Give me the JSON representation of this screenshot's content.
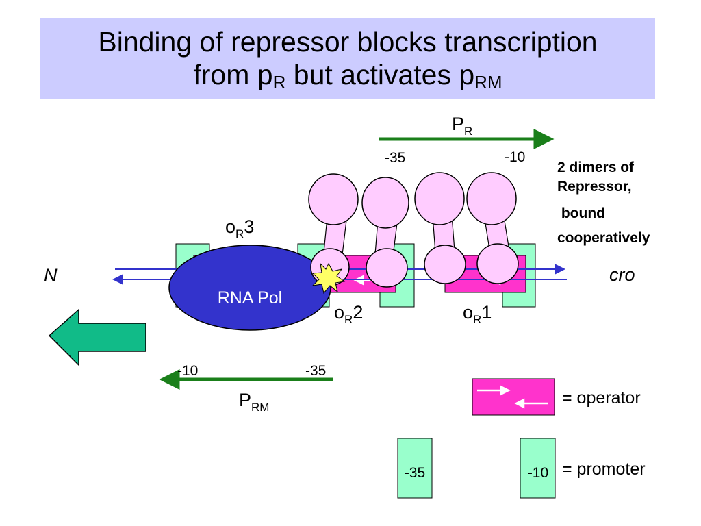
{
  "title": {
    "line1": "Binding of repressor blocks transcription",
    "line2_prefix": "from p",
    "line2_sub1": "R",
    "line2_mid": " but activates p",
    "line2_sub2": "RM"
  },
  "promoter_pr": {
    "label_main": "P",
    "label_sub": "R",
    "minus35": "-35",
    "minus10": "-10"
  },
  "promoter_prm": {
    "label_main": "P",
    "label_sub": "RM",
    "minus10": "-10",
    "minus35": "-35"
  },
  "operators": {
    "or3": {
      "main": "o",
      "sub": "R",
      "num": "3"
    },
    "or2": {
      "main": "o",
      "sub": "R",
      "num": "2"
    },
    "or1": {
      "main": "o",
      "sub": "R",
      "num": "1"
    }
  },
  "repressor_note": [
    "2 dimers of",
    "Repressor,",
    " bound",
    "cooperatively"
  ],
  "gene_left": "N",
  "gene_right": "cro",
  "rna_pol": "RNA Pol",
  "legend": {
    "operator_label": "= operator",
    "promoter_label": "= promoter",
    "promoter_box1": "-35",
    "promoter_box2": "-10"
  },
  "colors": {
    "title_bg": "#ccccff",
    "promoter_arrow": "#1a7f1a",
    "operator": "#ff33cc",
    "promoter_box": "#99ffcc",
    "repressor": "#ffccff",
    "rna_pol": "#3333cc",
    "dna_strand": "#3333cc",
    "gene_arrow": "#11bb88"
  }
}
